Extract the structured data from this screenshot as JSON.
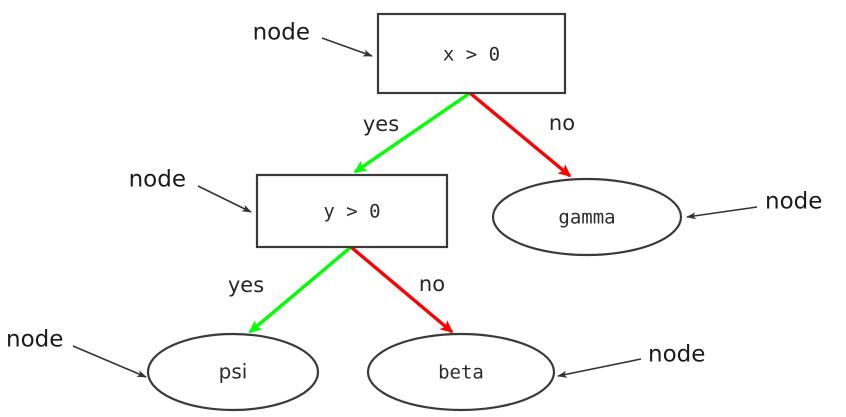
{
  "diagram": {
    "type": "decision-tree",
    "colors": {
      "yes_edge": "#00ff00",
      "no_edge": "#ff0000",
      "shape_stroke": "#3a3a3a",
      "annotation_stroke": "#333333",
      "background": "#ffffff",
      "text": "#2b2b2b"
    },
    "nodes": {
      "root": {
        "label": "x > 0",
        "shape": "rectangle"
      },
      "second": {
        "label": "y > 0",
        "shape": "rectangle"
      },
      "gamma": {
        "label": "gamma",
        "shape": "ellipse"
      },
      "psi": {
        "label": "psi",
        "shape": "ellipse"
      },
      "beta": {
        "label": "beta",
        "shape": "ellipse"
      }
    },
    "edges": {
      "root_yes": {
        "label": "yes",
        "color": "#00ff00",
        "from": "x > 0",
        "to": "y > 0"
      },
      "root_no": {
        "label": "no",
        "color": "#ff0000",
        "from": "x > 0",
        "to": "gamma"
      },
      "second_yes": {
        "label": "yes",
        "color": "#00ff00",
        "from": "y > 0",
        "to": "psi"
      },
      "second_no": {
        "label": "no",
        "color": "#ff0000",
        "from": "y > 0",
        "to": "beta"
      }
    },
    "annotations": [
      {
        "label": "node",
        "target": "x > 0"
      },
      {
        "label": "node",
        "target": "y > 0"
      },
      {
        "label": "node",
        "target": "gamma"
      },
      {
        "label": "node",
        "target": "psi"
      },
      {
        "label": "node",
        "target": "beta"
      }
    ]
  }
}
